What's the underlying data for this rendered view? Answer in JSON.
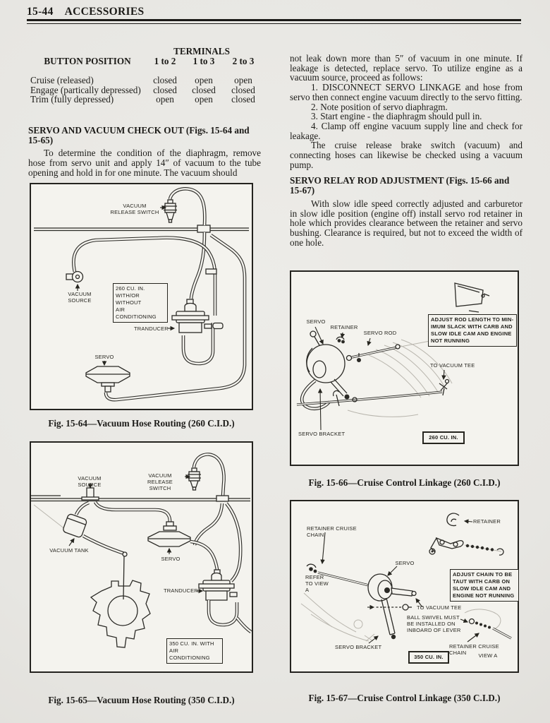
{
  "colors": {
    "paper": "#e7e6e2",
    "figure_paper": "#f4f3ee",
    "ink": "#1c1b18"
  },
  "header": {
    "page_number": "15-44",
    "title": "ACCESSORIES"
  },
  "terminals_table": {
    "group_header": "TERMINALS",
    "columns": [
      "BUTTON POSITION",
      "1 to 2",
      "1 to 3",
      "2 to 3"
    ],
    "rows": [
      [
        "Cruise (released)",
        "closed",
        "open",
        "open"
      ],
      [
        "Engage (partically depressed)",
        "closed",
        "closed",
        "closed"
      ],
      [
        "Trim (fully depressed)",
        "open",
        "open",
        "closed"
      ]
    ]
  },
  "left_column": {
    "heading": "SERVO AND VACUUM CHECK OUT (Figs. 15-64 and 15-65)",
    "paragraph": "To determine the condition of the diaphragm, remove hose from servo unit and apply 14″ of vacuum to the tube opening and hold in for one minute. The vacuum should"
  },
  "right_column": {
    "paragraph1": "not leak down more than 5″ of vacuum in one minute. If leakage is detected, replace servo. To utilize engine as a vacuum source, proceed as follows:",
    "steps": [
      "1. DISCONNECT SERVO LINKAGE and hose from servo then connect engine vacuum directly to the servo fitting.",
      "2. Note position of servo diaphragm.",
      "3. Start engine - the diaphragm should pull in.",
      "4. Clamp off engine vacuum supply line and check for leakage."
    ],
    "paragraph2": "The cruise release brake switch (vacuum) and connecting hoses can likewise be checked using a vacuum pump.",
    "heading": "SERVO RELAY ROD ADJUSTMENT (Figs. 15-66 and 15-67)",
    "paragraph3": "With slow idle speed correctly adjusted and carburetor in slow idle position (engine off) install servo rod retainer in hole which provides clearance between the retainer and servo bushing. Clearance is required, but not to exceed the width of one hole."
  },
  "fig64": {
    "caption": "Fig. 15-64—Vacuum Hose Routing (260 C.I.D.)",
    "labels": {
      "release_switch": "VACUUM RELEASE SWITCH",
      "source": "VACUUM SOURCE",
      "tranducer": "TRANDUCER",
      "servo": "SERVO"
    },
    "note_box": [
      "260 CU. IN.",
      "WITH/OR WITHOUT",
      "AIR CONDITIONING"
    ]
  },
  "fig65": {
    "caption": "Fig. 15-65—Vacuum Hose Routing (350 C.I.D.)",
    "labels": {
      "source": "VACUUM SOURCE",
      "release_switch": "VACUUM RELEASE SWITCH",
      "tank": "VACUUM TANK",
      "servo": "SERVO",
      "tranducer": "TRANDUCER"
    },
    "note_box": [
      "350 CU. IN. WITH",
      "AIR CONDITIONING"
    ]
  },
  "fig66": {
    "caption": "Fig. 15-66—Cruise Control Linkage (260 C.I.D.)",
    "labels": {
      "servo": "SERVO",
      "retainer": "RETAINER",
      "servo_rod": "SERVO ROD",
      "to_vacuum_tee": "TO VACUUM TEE",
      "servo_bracket": "SERVO BRACKET",
      "cid": "260 CU. IN."
    },
    "note_box": [
      "ADJUST ROD LENGTH TO MIN-",
      "IMUM SLACK WITH CARB AND",
      "SLOW IDLE CAM AND ENGINE",
      "NOT RUNNING"
    ]
  },
  "fig67": {
    "caption": "Fig. 15-67—Cruise Control Linkage (350 C.I.D.)",
    "labels": {
      "retainer_cruise_chain_top": "RETAINER CRUISE CHAIN",
      "retainer": "RETAINER",
      "servo": "SERVO",
      "refer_view_a": "REFER TO VIEW A",
      "to_vacuum_tee": "TO VACUUM TEE",
      "ball_swivel": "BALL SWIVEL MUST BE INSTALLED ON INBOARD OF LEVER",
      "servo_bracket": "SERVO BRACKET",
      "cid": "350 CU. IN.",
      "retainer_cruise_chain_bottom": "RETAINER CRUISE CHAIN",
      "view_a": "VIEW A"
    },
    "note_box": [
      "ADJUST CHAIN TO BE",
      "TAUT WITH CARB ON",
      "SLOW IDLE CAM AND",
      "ENGINE NOT RUNNING"
    ]
  }
}
